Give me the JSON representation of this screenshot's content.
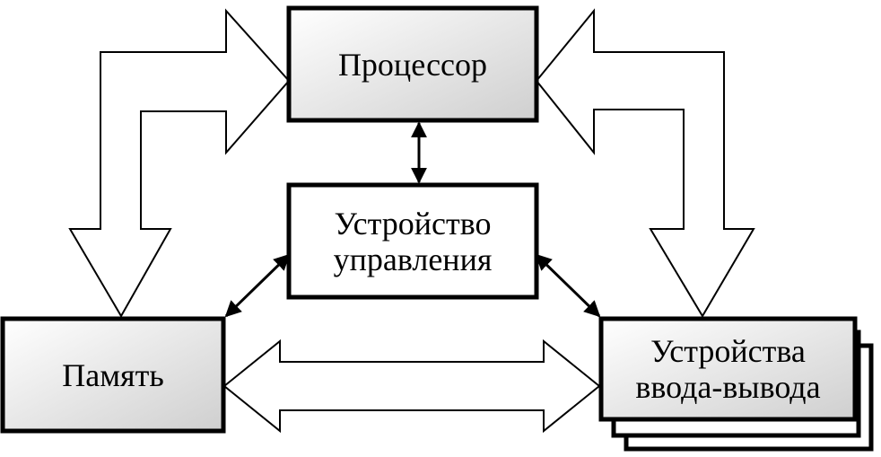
{
  "blocks": {
    "processor": {
      "label": "Процессор"
    },
    "control_unit": {
      "line1": "Устройство",
      "line2": "управления"
    },
    "memory": {
      "label": "Память"
    },
    "io_devices": {
      "line1": "Устройства",
      "line2": "ввода-вывода"
    }
  },
  "colors": {
    "stroke": "#000000",
    "fill_gradient_light": "#ffffff",
    "fill_gradient_dark": "#cfcfcf",
    "plain_fill": "#ffffff"
  }
}
